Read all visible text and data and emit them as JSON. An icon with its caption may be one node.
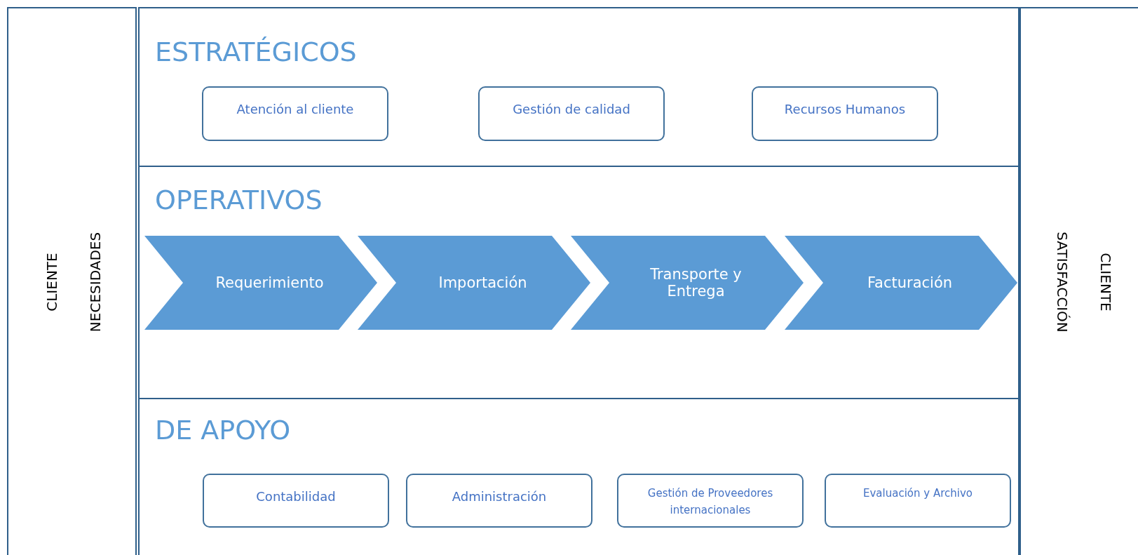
{
  "diagram": {
    "nodes": [
      {
        "text": [
          "CLIENTE",
          "NECESIDADES"
        ]
      },
      {
        "text": [
          "ESTRATÉGICOS"
        ]
      },
      {
        "text": [
          "Atención al cliente"
        ],
        "in": 1
      },
      {
        "text": [
          "Gestión de calidad"
        ],
        "in": 1
      },
      {
        "text": [
          "Recursos Humanos"
        ],
        "in": 1
      },
      {
        "text": [
          "OPERATIVOS"
        ]
      },
      {
        "text": [
          "Requerimiento"
        ],
        "in": 5
      },
      {
        "text": [
          "Importación"
        ],
        "in": 5
      },
      {
        "text": [
          "Transporte y Entrega"
        ],
        "in": 5
      },
      {
        "text": [
          "Facturación"
        ],
        "in": 5
      },
      {
        "text": [
          "DE APOYO"
        ]
      },
      {
        "text": [
          "Contabilidad"
        ],
        "in": 10
      },
      {
        "text": [
          "Administración"
        ],
        "in": 10
      },
      {
        "text": [
          "Gestión de Proveedores internacionales"
        ],
        "in": 10
      },
      {
        "text": [
          "Evaluación y Archivo"
        ],
        "in": 10
      },
      {
        "text": [
          "CLIENTE",
          "SATISFACCIÓN"
        ]
      }
    ]
  }
}
